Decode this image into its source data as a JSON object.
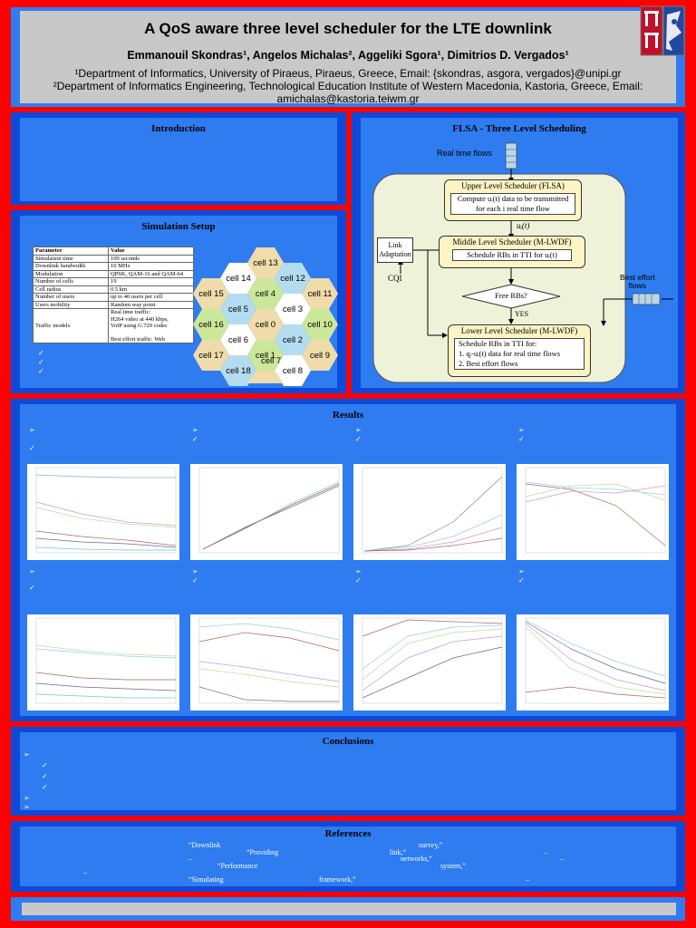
{
  "header": {
    "title": "A QoS aware three level scheduler for the LTE downlink",
    "authors": "Emmanouil Skondras¹, Angelos Michalas², Aggeliki Sgora¹, Dimitrios D. Vergados¹",
    "aff1": "¹Department of Informatics, University of Piraeus, Piraeus, Greece, Email: {skondras, asgora, vergados}@unipi.gr",
    "aff2": "²Department of Informatics Engineering, Technological Education Institute of Western Macedonia, Kastoria, Greece, Email:",
    "aff3": "amichalas@kastoria.teiwm.gr"
  },
  "intro": {
    "title": "Introduction"
  },
  "sim": {
    "title": "Simulation Setup",
    "table_header": [
      "Parameter",
      "Value"
    ],
    "rows": [
      [
        "Simulation time",
        "100 seconds"
      ],
      [
        "Downlink bandwidth",
        "10 MHz"
      ],
      [
        "Modulation",
        "QPSK, QAM-16 and QAM-64"
      ],
      [
        "Number of cells",
        "19"
      ],
      [
        "Cell radius",
        "0.5 km"
      ],
      [
        "Number of users",
        "up to 40 users per cell"
      ],
      [
        "Users mobility",
        "Random way point"
      ]
    ],
    "traffic_label": "Traffic models",
    "traffic_value1": "Real time traffic:",
    "traffic_value2": "H264 video at 440 kbps,",
    "traffic_value3": "VoIP using G.729 codec",
    "traffic_value4": "Best effort traffic: Web",
    "cells": [
      "cell 13",
      "cell 14",
      "cell 12",
      "cell 15",
      "cell 4",
      "cell 11",
      "cell 5",
      "cell 3",
      "cell 16",
      "cell 0",
      "cell 10",
      "cell 6",
      "cell 2",
      "cell 17",
      "cell 1",
      "cell 9",
      "cell 18",
      "cell 8",
      "cell 7"
    ]
  },
  "flsa": {
    "title": "FLSA - Three Level Scheduling",
    "real_time_flows": "Real time flows",
    "upper_title": "Upper Level Scheduler (FLSA)",
    "upper_body1": "Compute uᵢ(t) data to be transmitted",
    "upper_body2": "for each i real time flow",
    "ui_label": "uᵢ(t)",
    "middle_title": "Middle Level Scheduler (M-LWDF)",
    "middle_body": "Schedule RBs in TTI for uᵢ(t)",
    "link1": "Link",
    "link2": "Adaptation",
    "cqi": "CQI",
    "free_rbs": "Free RBs?",
    "yes": "YES",
    "best_effort1": "Best effort",
    "best_effort2": "flows",
    "lower_title": "Lower Level Scheduler (M-LWDF)",
    "lower_body1": "Schedule RBs in TTI for:",
    "lower_body2": "1.  qᵢ-uᵢ(t) data for real time flows",
    "lower_body3": "2.  Best effort flows"
  },
  "results": {
    "title": "Results"
  },
  "conclusions": {
    "title": "Conclusions"
  },
  "references": {
    "title": "References",
    "r1a": "“Downlink",
    "r1b": "survey,”",
    "r2a": "“Providing",
    "r2b": "link,”",
    "r3a": "networks,”",
    "r4a": "“Performance",
    "r4b": "system,”",
    "r5a": "“Simulating",
    "r5b": "framework,”"
  },
  "colors": {
    "frame": "#ff0000",
    "panel": "#0d4ad8",
    "inner": "#2e7cf0"
  }
}
